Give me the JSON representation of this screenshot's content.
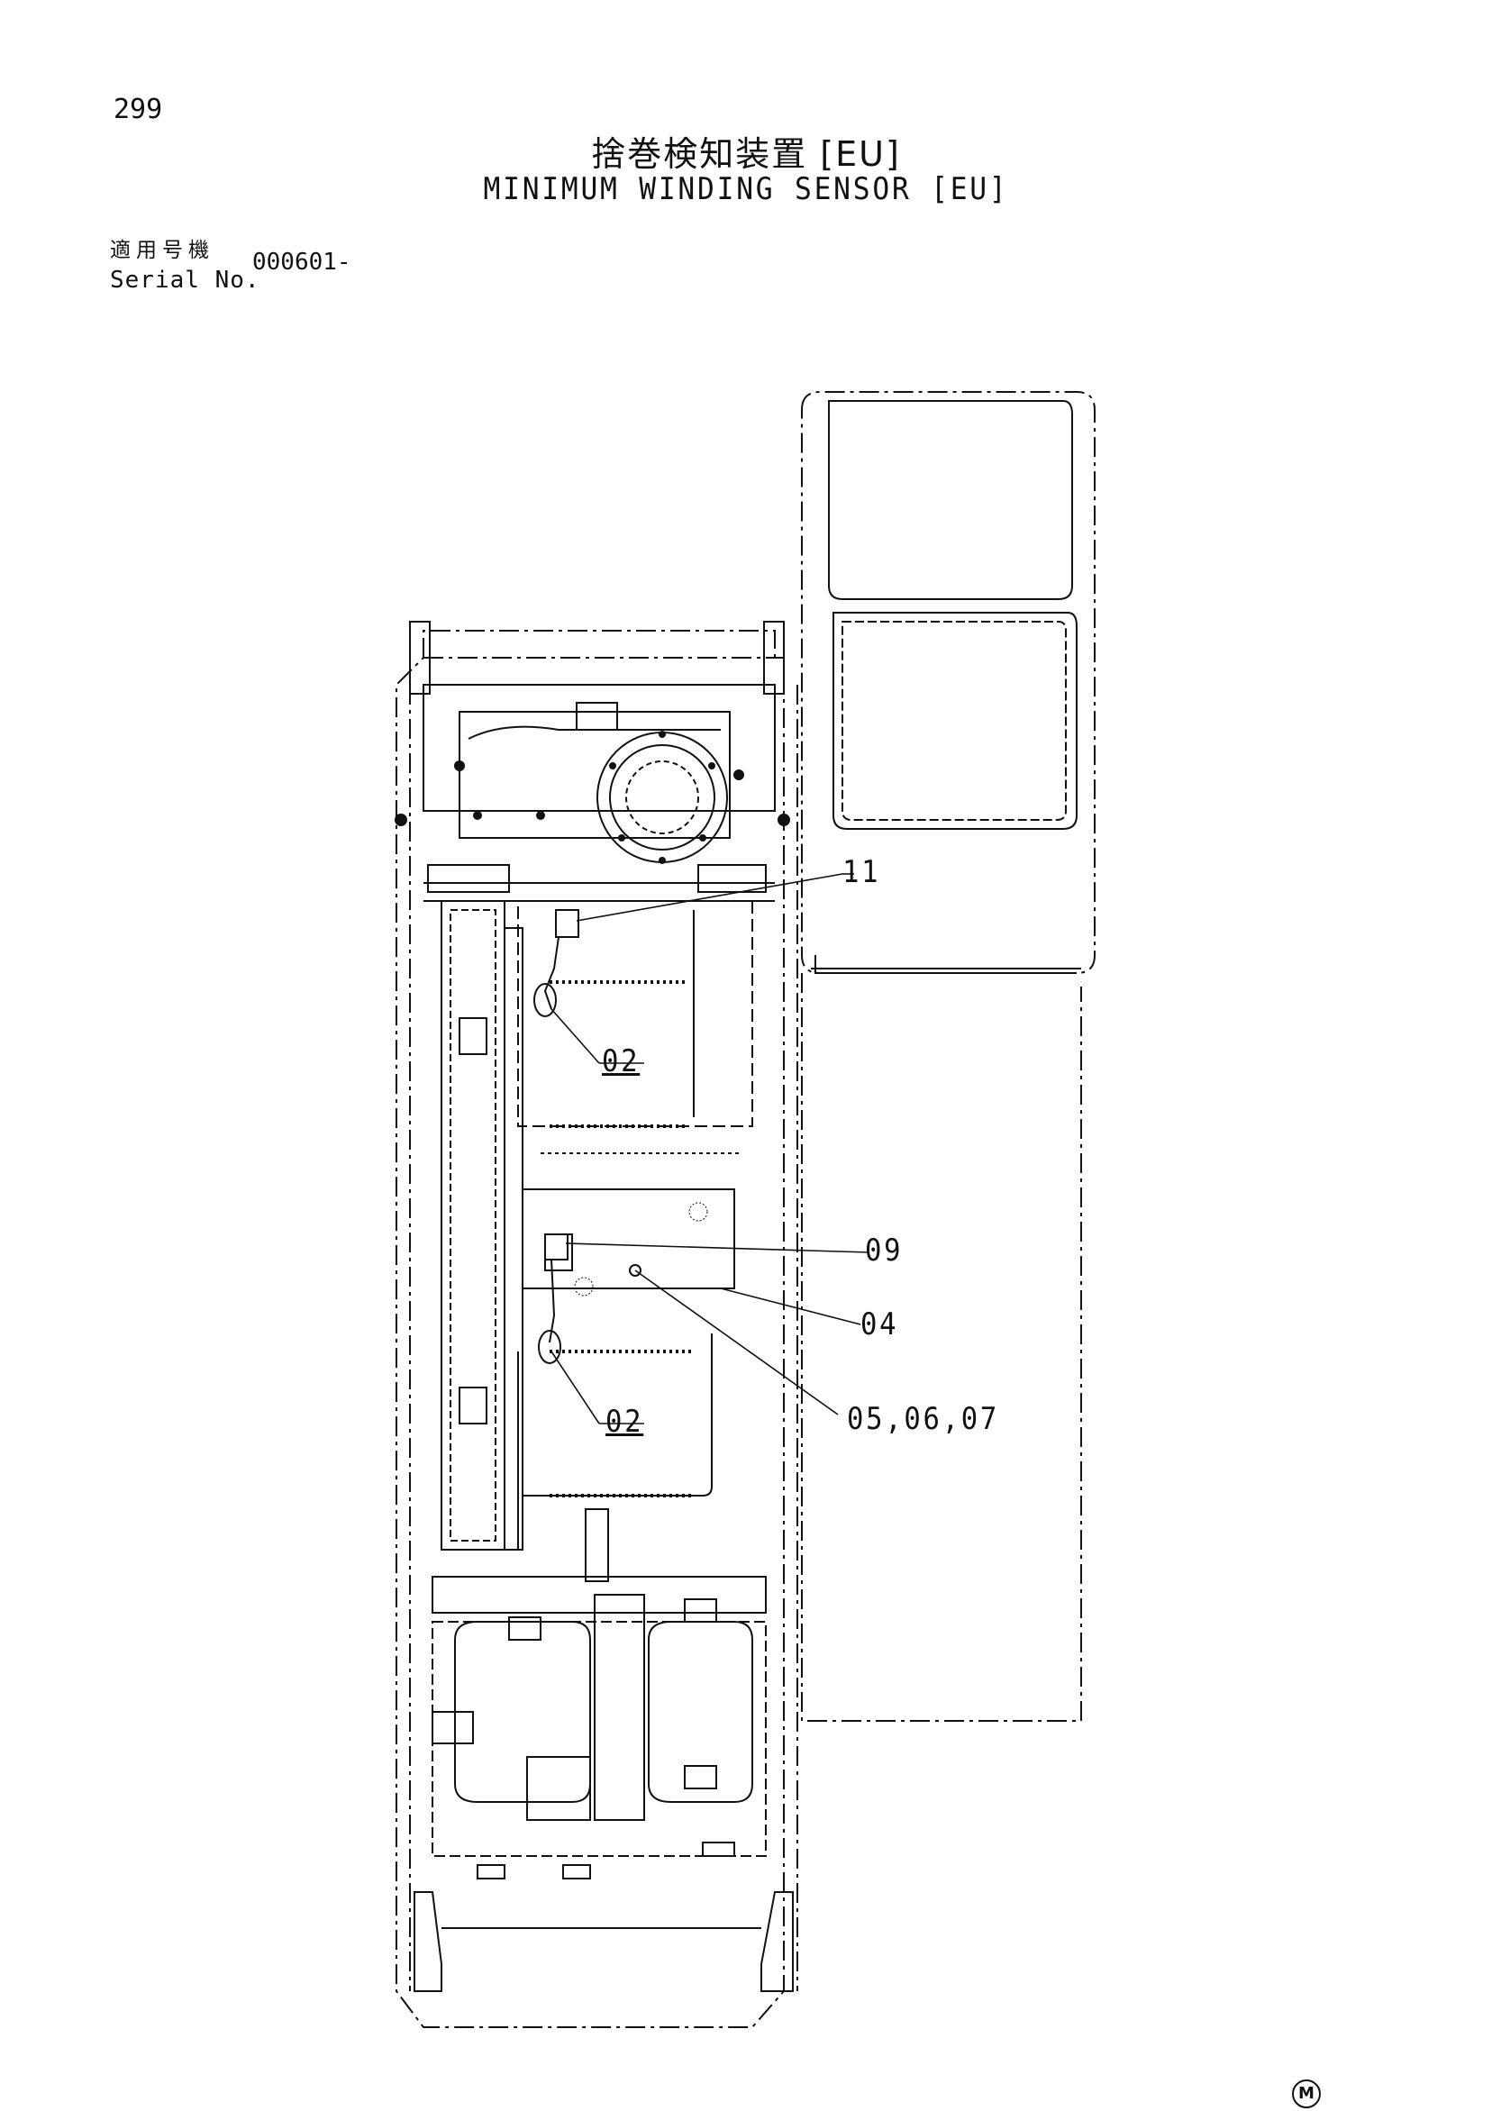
{
  "page": {
    "number": "299",
    "title_jp": "捨巻検知装置 [EU]",
    "title_en": "MINIMUM WINDING SENSOR [EU]"
  },
  "serial": {
    "label_jp": "適用号機",
    "label_en": "Serial No.",
    "value": "000601-"
  },
  "callouts": {
    "c11": "11",
    "c02a": "02",
    "c09": "09",
    "c04": "04",
    "c0567": "05,06,07",
    "c02b": "02"
  },
  "mark": "M"
}
